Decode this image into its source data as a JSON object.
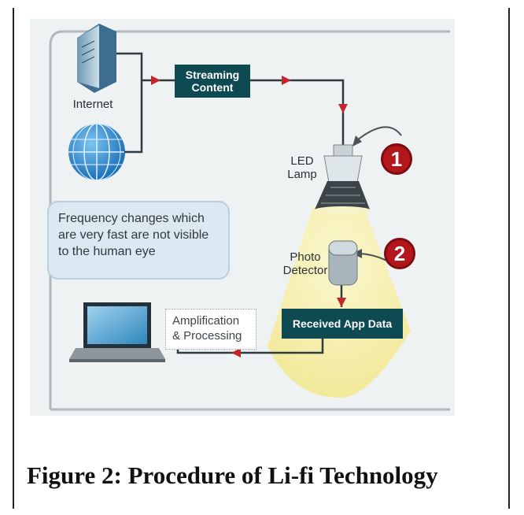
{
  "diagram": {
    "internet_label": "Internet",
    "streaming_label": "Streaming Content",
    "led_label": "LED Lamp",
    "photo_label": "Photo Detector",
    "received_label": "Received App Data",
    "amplification_label": "Amplification & Processing",
    "frequency_note": "Frequency changes which are very fast are not visible to the human eye",
    "badge_1": "1",
    "badge_2": "2"
  },
  "caption": "Figure 2: Procedure of Li-fi Technology",
  "colors": {
    "dark_teal": "#0e4a52",
    "arrow_red": "#c3262a",
    "badge_red": "#b3161b",
    "light_glow": "#f6f0b0"
  }
}
